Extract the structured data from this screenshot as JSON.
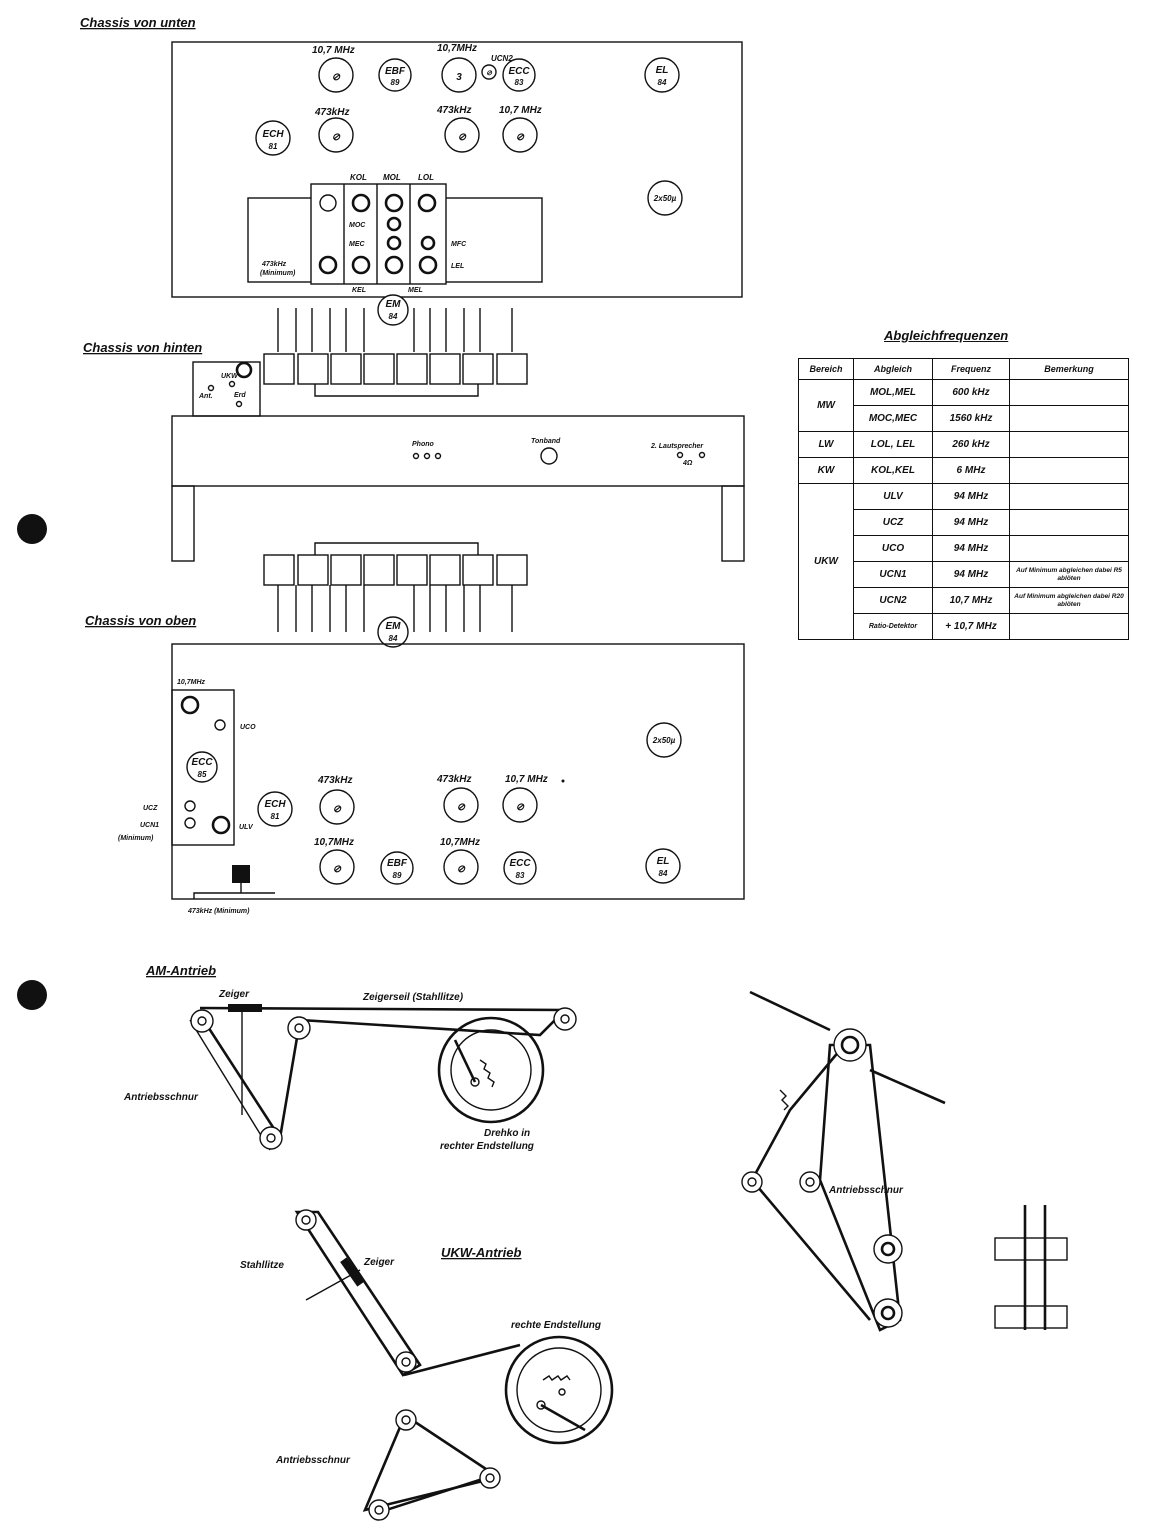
{
  "titles": {
    "unten": "Chassis von unten",
    "hinten": "Chassis von hinten",
    "oben": "Chassis von oben",
    "am": "AM-Antrieb",
    "ukw": "UKW-Antrieb",
    "table": "Abgleichfrequenzen"
  },
  "unten": {
    "f1": "10,7 MHz",
    "f2": "10,7MHz",
    "ucn2": "UCN2",
    "f3": "473kHz",
    "f4": "473kHz",
    "f5": "10,7 MHz",
    "ebf": [
      "EBF",
      "89"
    ],
    "ecc": [
      "ECC",
      "83"
    ],
    "el": [
      "EL",
      "84"
    ],
    "ech": [
      "ECH",
      "81"
    ],
    "cap": "2x50µ",
    "kol": "KOL",
    "mol": "MOL",
    "lol": "LOL",
    "moc": "MOC",
    "mec": "MEC",
    "mfc": "MFC",
    "lel": "LEL",
    "kel": "KEL",
    "mel": "MEL",
    "min1": "473kHz",
    "min2": "(Minimum)",
    "em": [
      "EM",
      "84"
    ]
  },
  "hinten": {
    "ukw": "UKW",
    "ant": "Ant.",
    "erd": "Erd",
    "phono": "Phono",
    "tonband": "Tonband",
    "ls": "2. Lautsprecher",
    "ohm": "4Ω"
  },
  "oben": {
    "f107": "10,7MHz",
    "uco": "UCO",
    "ecc85": [
      "ECC",
      "85"
    ],
    "ucz": "UCZ",
    "ucn1": "UCN1",
    "min": "(Minimum)",
    "ulv": "ULV",
    "ech": [
      "ECH",
      "81"
    ],
    "f1": "473kHz",
    "f2": "473kHz",
    "f3": "10,7 MHz",
    "f4": "10,7MHz",
    "f5": "10,7MHz",
    "ebf": [
      "EBF",
      "89"
    ],
    "ecc83": [
      "ECC",
      "83"
    ],
    "el": [
      "EL",
      "84"
    ],
    "cap": "2x50µ",
    "bottom": "473kHz (Minimum)",
    "em": [
      "EM",
      "84"
    ]
  },
  "am": {
    "zeiger": "Zeiger",
    "seil": "Zeigerseil (Stahllitze)",
    "schnur": "Antriebsschnur",
    "drehko1": "Drehko in",
    "drehko2": "rechter Endstellung"
  },
  "ukw": {
    "stahl": "Stahllitze",
    "zeiger": "Zeiger",
    "end": "rechte Endstellung",
    "schnur": "Antriebsschnur"
  },
  "right": {
    "schnur": "Antriebsschnur"
  },
  "table": {
    "headers": [
      "Bereich",
      "Abgleich",
      "Frequenz",
      "Bemerkung"
    ],
    "rows": [
      {
        "bereich": "MW",
        "abgleich": "MOL,MEL",
        "freq": "600 kHz",
        "rem": ""
      },
      {
        "bereich": "",
        "abgleich": "MOC,MEC",
        "freq": "1560 kHz",
        "rem": ""
      },
      {
        "bereich": "LW",
        "abgleich": "LOL, LEL",
        "freq": "260 kHz",
        "rem": ""
      },
      {
        "bereich": "KW",
        "abgleich": "KOL,KEL",
        "freq": "6 MHz",
        "rem": ""
      },
      {
        "bereich": "UKW",
        "abgleich": "ULV",
        "freq": "94 MHz",
        "rem": ""
      },
      {
        "bereich": "",
        "abgleich": "UCZ",
        "freq": "94 MHz",
        "rem": ""
      },
      {
        "bereich": "",
        "abgleich": "UCO",
        "freq": "94 MHz",
        "rem": ""
      },
      {
        "bereich": "",
        "abgleich": "UCN1",
        "freq": "94 MHz",
        "rem": "Auf Minimum abgleichen dabei R5 ablöten"
      },
      {
        "bereich": "",
        "abgleich": "UCN2",
        "freq": "10,7 MHz",
        "rem": "Auf Minimum abgleichen dabei R20 ablöten"
      },
      {
        "bereich": "",
        "abgleich": "Ratio-Detektor",
        "freq": "+ 10,7 MHz",
        "rem": ""
      }
    ]
  }
}
